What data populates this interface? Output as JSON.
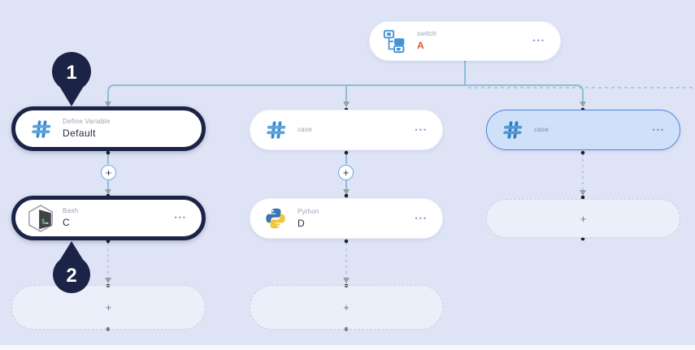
{
  "canvas": {
    "background": "#dee4f5"
  },
  "markers": {
    "step1": "1",
    "step2": "2"
  },
  "nodes": {
    "switch_node": {
      "type_label": "switch",
      "value": "A"
    },
    "define_variable": {
      "type_label": "Define Variable",
      "value": "Default"
    },
    "case_middle": {
      "type_label": "case"
    },
    "case_right": {
      "type_label": "case"
    },
    "bash": {
      "type_label": "Bash",
      "value": "C"
    },
    "python": {
      "type_label": "Python",
      "value": "D"
    }
  },
  "controls": {
    "menu_ellipsis": "•••",
    "add_plus": "+"
  },
  "colors": {
    "accent_blue": "#4493d4",
    "navy": "#1b2347",
    "value_orange": "#e0562a",
    "selected_fill": "#cfe1f8",
    "selected_border": "#4b82dd",
    "connector_blue": "#8fbcd6",
    "dashed_gray": "#aebedb"
  }
}
